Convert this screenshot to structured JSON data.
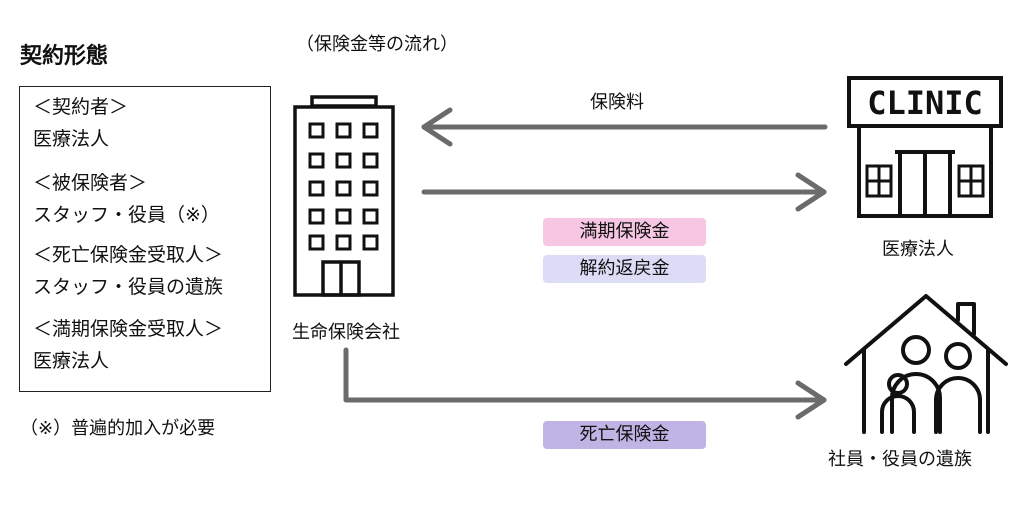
{
  "title": "契約形態",
  "flow_title": "（保険金等の流れ）",
  "contract_box": {
    "lines": [
      "＜契約者＞",
      "医療法人",
      "＜被保険者＞",
      "スタッフ・役員（※）",
      "＜死亡保険金受取人＞",
      "スタッフ・役員の遺族",
      "＜満期保険金受取人＞",
      "医療法人"
    ]
  },
  "note": "（※）普遍的加入が必要",
  "entities": {
    "insurer": "生命保険会社",
    "corporation": "医療法人",
    "clinic_sign": "CLINIC",
    "family": "社員・役員の遺族"
  },
  "flows": {
    "premium": "保険料",
    "maturity": "満期保険金",
    "surrender": "解約返戻金",
    "death": "死亡保険金"
  },
  "colors": {
    "arrow": "#6b6b6b",
    "maturity_bg": "#f6c6e2",
    "surrender_bg": "#dcdcf6",
    "death_bg": "#c0b4e4"
  },
  "icons": {
    "insurer": "office-building-icon",
    "corporation": "clinic-building-icon",
    "family": "family-house-icon"
  }
}
